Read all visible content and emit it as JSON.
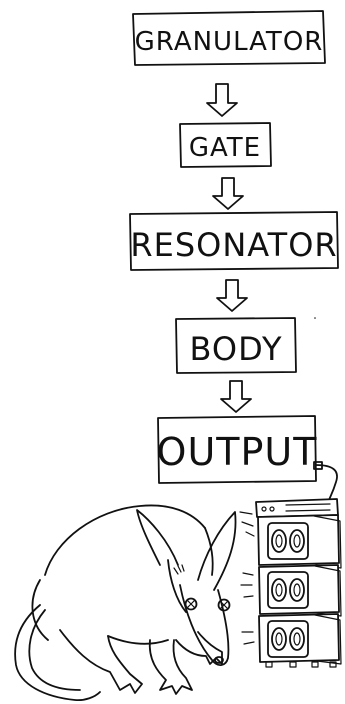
{
  "diagram": {
    "stages": [
      {
        "label": "GRANULATOR"
      },
      {
        "label": "GATE"
      },
      {
        "label": "RESONATOR"
      },
      {
        "label": "BODY"
      },
      {
        "label": "OUTPUT"
      }
    ]
  },
  "illustration": {
    "animal": "aardvark",
    "speaker_count": 3
  }
}
